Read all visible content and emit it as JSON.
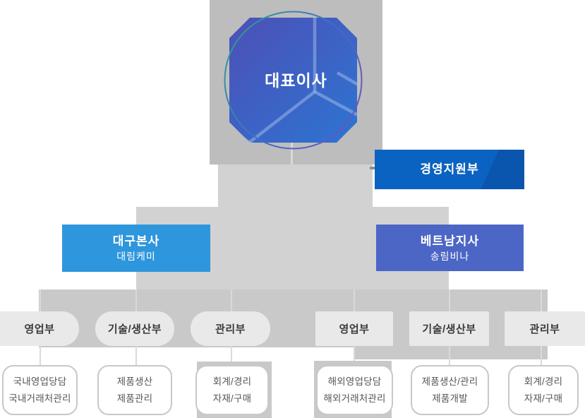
{
  "ceo": {
    "label": "대표이사"
  },
  "management_support": {
    "label": "경영지원부"
  },
  "hq": {
    "title": "대구본사",
    "subtitle": "대림케미"
  },
  "branch": {
    "title": "베트남지사",
    "subtitle": "송림비나"
  },
  "departments": [
    {
      "label": "영업부",
      "duties": [
        "국내영업당담",
        "국내거래처관리"
      ]
    },
    {
      "label": "기술/생산부",
      "duties": [
        "제품생산",
        "제품관리"
      ]
    },
    {
      "label": "관리부",
      "duties": [
        "회계/경리",
        "자재/구매"
      ]
    },
    {
      "label": "영업부",
      "duties": [
        "해외영업당담",
        "해외거래처관리"
      ]
    },
    {
      "label": "기술/생산부",
      "duties": [
        "제품생산/관리",
        "제품개발"
      ]
    },
    {
      "label": "관리부",
      "duties": [
        "회계/경리",
        "자재/구매"
      ]
    }
  ],
  "colors": {
    "management_support_bg": "#0b63c1",
    "hq_bg": "#2e96dc",
    "branch_bg": "#4c66c5",
    "emblem_gradient_start": "#4d50b6",
    "emblem_gradient_end": "#2d74d2",
    "ring_teal": "#2f9e8f",
    "ring_blue": "#4468cf",
    "ring_purple": "#7253b4"
  }
}
